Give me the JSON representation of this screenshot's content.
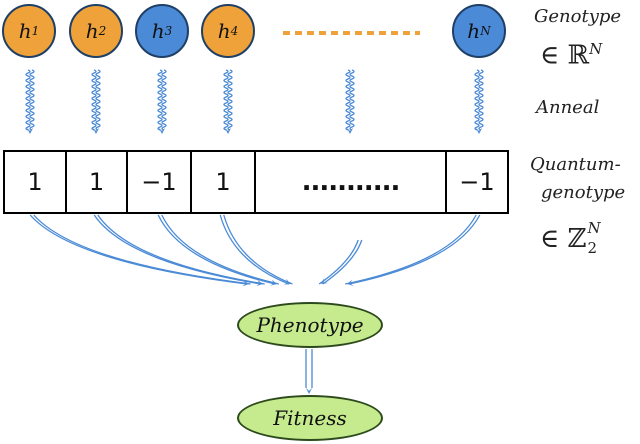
{
  "genes": [
    {
      "sym": "h",
      "sub": "1",
      "color": "#f0a23a",
      "value": "1"
    },
    {
      "sym": "h",
      "sub": "2",
      "color": "#f0a23a",
      "value": "1"
    },
    {
      "sym": "h",
      "sub": "3",
      "color": "#4a8ad6",
      "value": "−1"
    },
    {
      "sym": "h",
      "sub": "4",
      "color": "#f0a23a",
      "value": "1"
    },
    {
      "sym": "h",
      "sub": "N",
      "color": "#4a8ad6",
      "value": "−1"
    }
  ],
  "middle_dots": "...........",
  "labels": {
    "genotype": "Genotype",
    "genotype_space": "∈ ℝ",
    "genotype_sup": "N",
    "anneal": "Anneal",
    "quantum_line1": "Quantum-",
    "quantum_line2": "genotype",
    "quantum_space": "∈ ℤ",
    "quantum_sup": "N",
    "quantum_sub": "2",
    "phenotype": "Phenotype",
    "fitness": "Fitness"
  },
  "colors": {
    "orange": "#f0a23a",
    "blue": "#4a8ad6",
    "arrow": "#4a8ad6",
    "ellipse": "#c6ea8e"
  }
}
